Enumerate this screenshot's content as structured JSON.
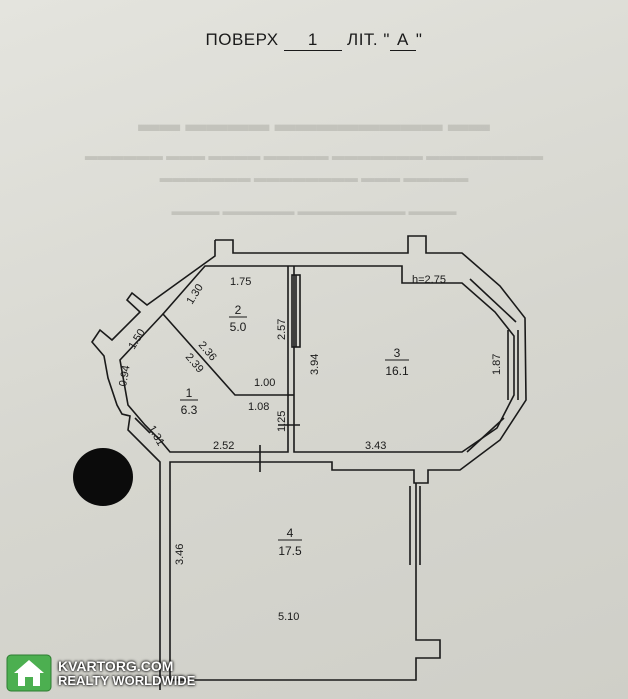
{
  "header": {
    "floor_label": "ПОВЕРХ",
    "floor_value": "1",
    "lit_label": "ЛІТ. \"",
    "lit_value": "А",
    "lit_end": "\""
  },
  "rooms": [
    {
      "number": "1",
      "area": "6.3"
    },
    {
      "number": "2",
      "area": "5.0"
    },
    {
      "number": "3",
      "area": "16.1"
    },
    {
      "number": "4",
      "area": "17.5"
    }
  ],
  "dimensions": {
    "d175": "1.75",
    "d130": "1.30",
    "d150": "1.50",
    "d094": "0.94",
    "d236": "2.36",
    "d239": "2.39",
    "d257": "2.57",
    "d100": "1.00",
    "d108": "1.08",
    "d125": "1.25",
    "d131": "1.31",
    "d252": "2.52",
    "d343": "3.43",
    "d394": "3.94",
    "d187": "1.87",
    "h275": "h=2.75",
    "d346": "3.46",
    "d510": "5.10"
  },
  "watermark": {
    "line1": "KVARTORG.COM",
    "line2": "REALTY WORLDWIDE"
  }
}
